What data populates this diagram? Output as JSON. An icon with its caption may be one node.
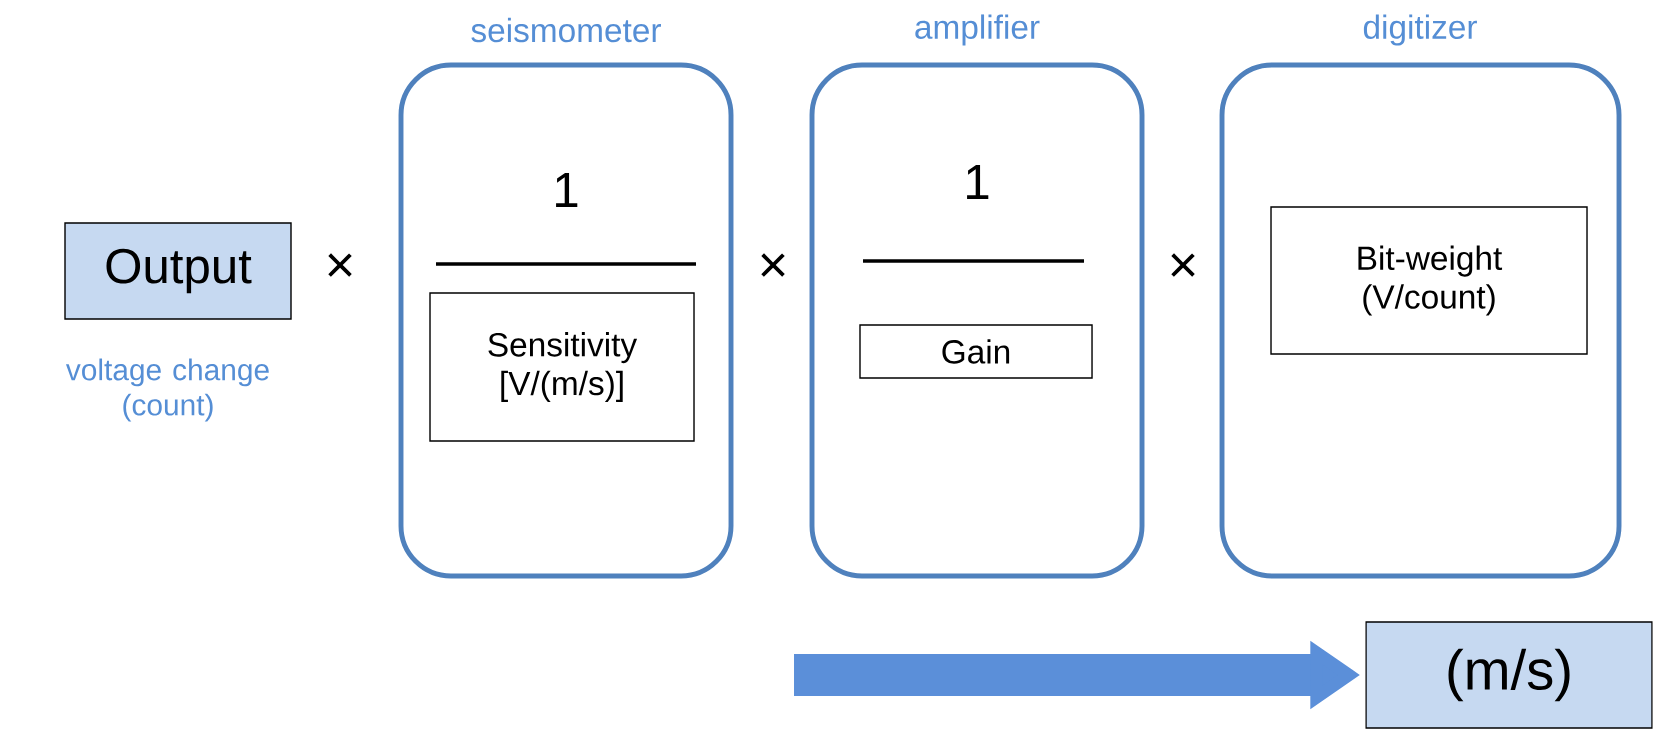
{
  "diagram": {
    "nodes": [
      {
        "text": [
          "Output"
        ],
        "beside": [
          "voltage change (count)"
        ]
      },
      {
        "text": [
          "seismometer",
          "1"
        ]
      },
      {
        "text": [
          "Sensitivity [V/(m/s)]"
        ],
        "in": 1
      },
      {
        "text": [
          "amplifier",
          "1"
        ]
      },
      {
        "text": [
          "Gain"
        ],
        "in": 3
      },
      {
        "text": [
          "digitizer"
        ]
      },
      {
        "text": [
          "Bit-weight (V/count)"
        ],
        "in": 5
      },
      {
        "text": [
          "(m/s)"
        ]
      }
    ],
    "edges": [
      {
        "from": null,
        "to": 7,
        "arrow": "to"
      }
    ],
    "labels": [
      "×",
      "×",
      "×"
    ]
  }
}
